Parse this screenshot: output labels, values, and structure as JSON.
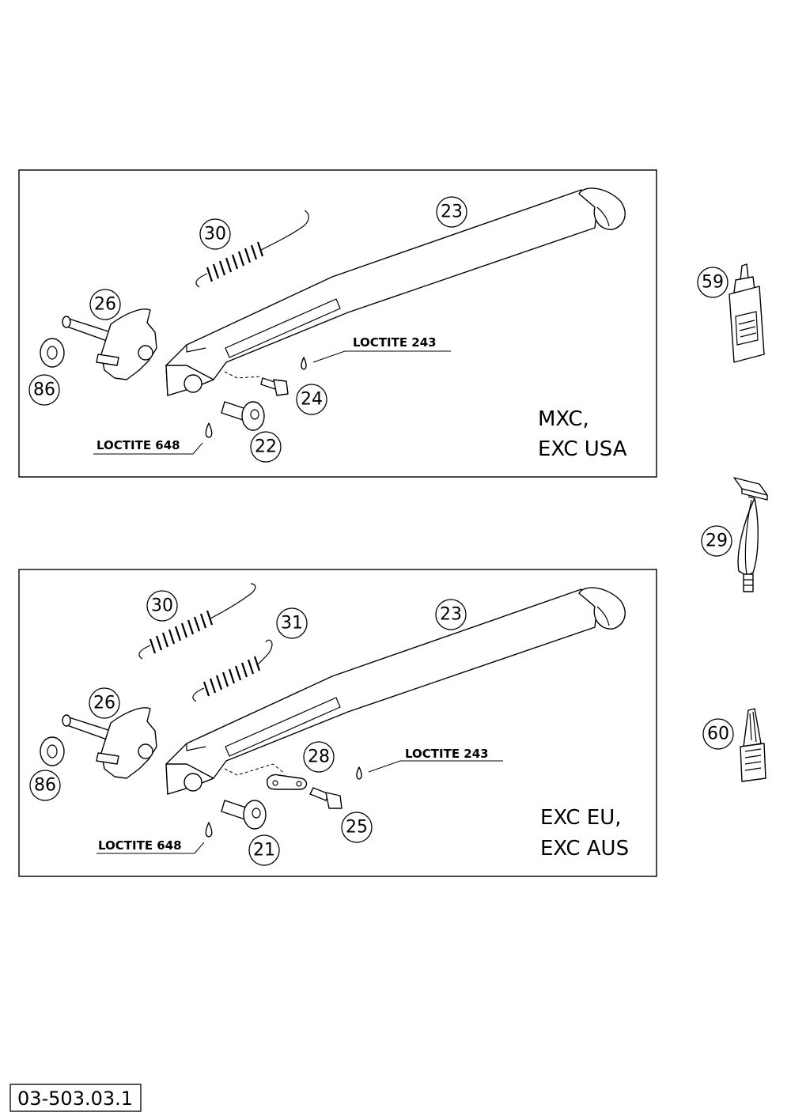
{
  "document_number": "03-503.03.1",
  "panels": [
    {
      "variant_lines": [
        "MXC,",
        "EXC USA"
      ],
      "loctite_labels": [
        "LOCTITE 243",
        "LOCTITE 648"
      ],
      "callouts": [
        "23",
        "30",
        "26",
        "86",
        "24",
        "22"
      ]
    },
    {
      "variant_lines": [
        "EXC EU,",
        "EXC AUS"
      ],
      "loctite_labels": [
        "LOCTITE 243",
        "LOCTITE 648"
      ],
      "callouts": [
        "30",
        "31",
        "23",
        "26",
        "28",
        "86",
        "25",
        "21"
      ]
    }
  ],
  "accessories": [
    {
      "callout": "59",
      "icon": "loctite-bottle-icon"
    },
    {
      "callout": "29",
      "icon": "tool-icon"
    },
    {
      "callout": "60",
      "icon": "small-bottle-icon"
    }
  ]
}
